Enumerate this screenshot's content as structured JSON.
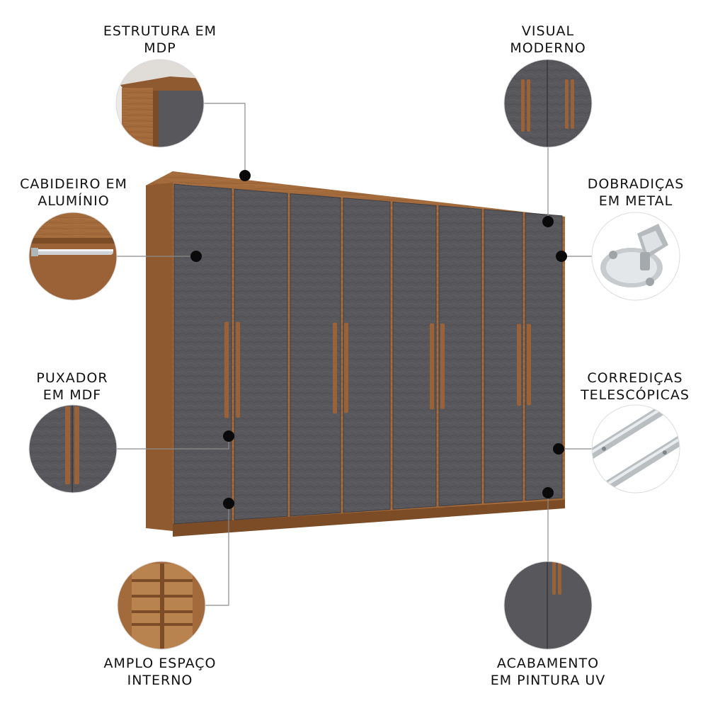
{
  "colors": {
    "wood": "#a36a3c",
    "wood_dark": "#7c4c26",
    "door": "#5a5a5e",
    "door_dark": "#4a4a4e",
    "handle": "#9a6236",
    "dot": "#0a0a0a",
    "leader": "#8a8a8a",
    "text": "#111111"
  },
  "wardrobe": {
    "door_count": 8,
    "handle_pairs": 4
  },
  "features": [
    {
      "id": "estrutura",
      "line1": "ESTRUTURA EM",
      "line2": "MDP",
      "icon": "mdp-corner-icon"
    },
    {
      "id": "cabideiro",
      "line1": "CABIDEIRO EM",
      "line2": "ALUMÍNIO",
      "icon": "hanger-rail-icon"
    },
    {
      "id": "puxador",
      "line1": "PUXADOR",
      "line2": "EM MDF",
      "icon": "handle-closeup-icon"
    },
    {
      "id": "espaco",
      "line1": "AMPLO ESPAÇO",
      "line2": "INTERNO",
      "icon": "interior-shelves-icon"
    },
    {
      "id": "visual",
      "line1": "VISUAL",
      "line2": "MODERNO",
      "icon": "modern-doors-icon"
    },
    {
      "id": "dobradicas",
      "line1": "DOBRADIÇAS",
      "line2": "EM METAL",
      "icon": "metal-hinge-icon"
    },
    {
      "id": "corredicas",
      "line1": "CORREDIÇAS",
      "line2": "TELESCÓPICAS",
      "icon": "telescopic-slide-icon"
    },
    {
      "id": "acabamento",
      "line1": "ACABAMENTO",
      "line2": "EM PINTURA UV",
      "icon": "uv-finish-icon"
    }
  ]
}
